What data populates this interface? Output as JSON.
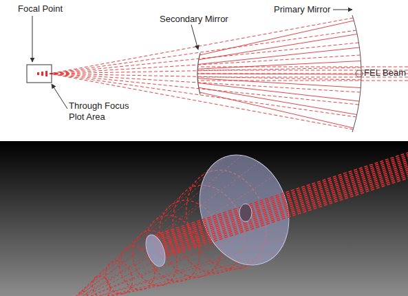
{
  "diagram": {
    "labels": [
      "Focal Point",
      "Secondary Mirror",
      "Primary Mirror",
      "FEL Beam",
      "Through Focus Plot Area"
    ]
  }
}
